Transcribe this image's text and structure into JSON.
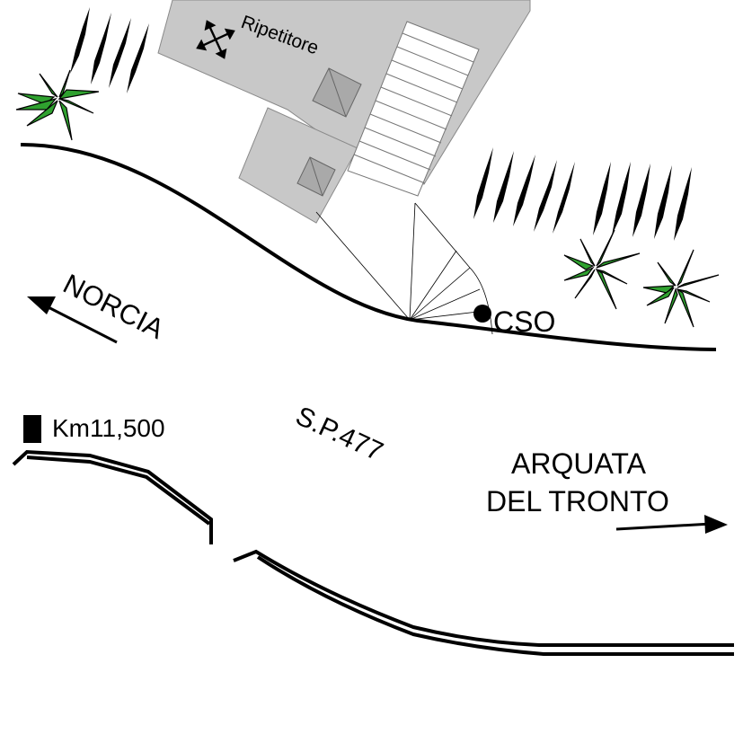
{
  "labels": {
    "repeater": "Ripetitore",
    "cso": "CSO",
    "norcia": "NORCIA",
    "road": "S.P.477",
    "km": "Km11,500",
    "arquata_line1": "ARQUATA",
    "arquata_line2": "DEL TRONTO"
  },
  "colors": {
    "building": "#c8c8c8",
    "building_edge": "#8a8a8a",
    "vent": "#a9a9a9",
    "vegetation_green": "#2fa12f",
    "ink": "#000000"
  },
  "icons": [
    "four-way-arrow-icon",
    "tree-icon",
    "shrub-icon",
    "direction-arrow-icon",
    "km-marker-icon",
    "cso-point-icon"
  ]
}
